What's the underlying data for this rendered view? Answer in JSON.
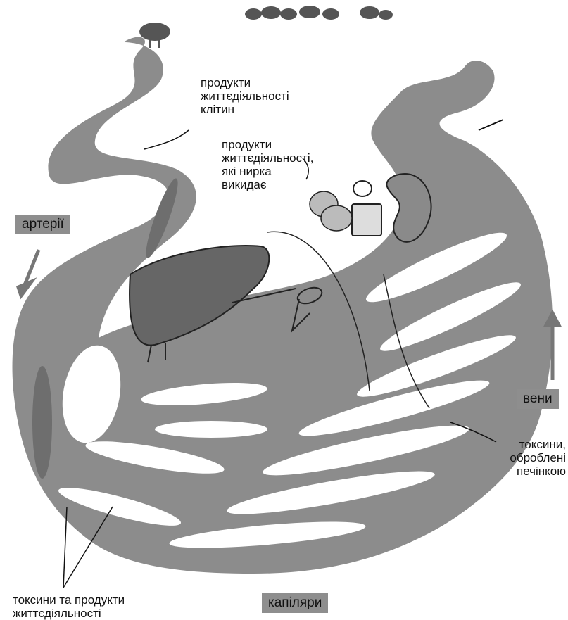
{
  "labels": {
    "cell_waste": "продукти\nжиттєдіяльності\nклітин",
    "kidney_waste": "продукти\nжиттєдіяльності,\nякі нирка\nвикидає",
    "toxins_liver": "токсини,\nоброблені\nпечінкою",
    "toxins_waste": "токсини та продукти\nжиттєдіяльності"
  },
  "tags": {
    "arteries": "артерії",
    "veins": "вени",
    "capillaries": "капіляри"
  },
  "colors": {
    "river": "#8c8c8c",
    "river_dark": "#6e6e6e",
    "liver": "#666666",
    "kidney": "#8a8a8a",
    "tag_bg": "#8e8e8e",
    "trees": "#555555"
  },
  "icons": [
    "liver-character",
    "kidney-character",
    "trash-can-icon",
    "garbage-bags-icon",
    "fishing-net-icon",
    "fishing-rod-icon",
    "tree-icon",
    "syringe-icon"
  ]
}
